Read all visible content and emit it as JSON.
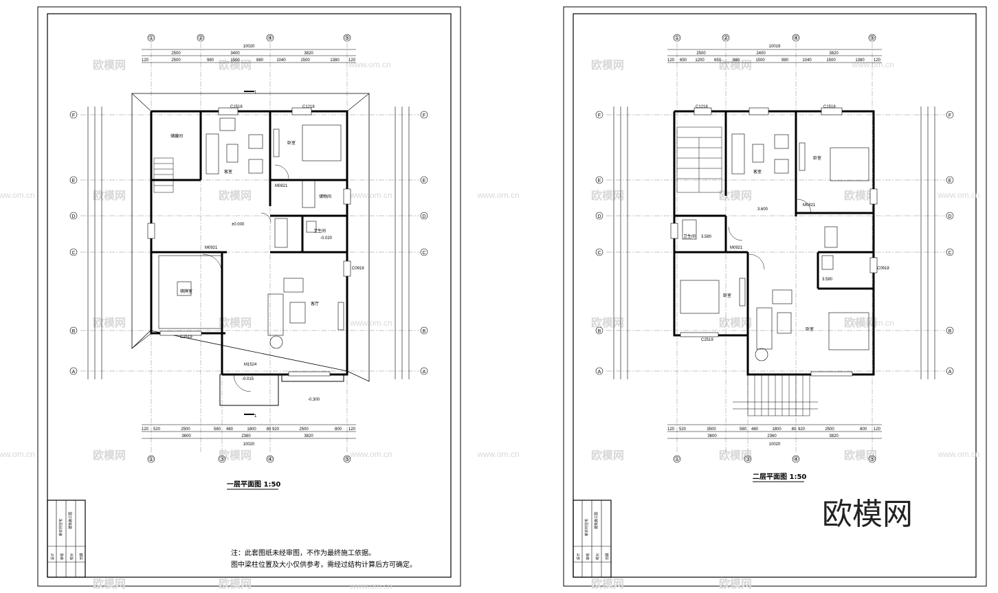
{
  "watermark": {
    "brand": "欧模网",
    "url": "www.om.cn"
  },
  "brand_logo": "欧模网",
  "sheets": [
    {
      "title": "一层平面图 1:50",
      "axis_cols": [
        "①",
        "②",
        "④",
        "⑤"
      ],
      "axis_cols_bottom": [
        "①",
        "③",
        "④",
        "⑤"
      ],
      "axis_rows": [
        "F",
        "E",
        "D",
        "C",
        "B",
        "A"
      ],
      "dims_top_total": "10020",
      "dims_top_1": [
        "2500",
        "3400",
        "3820"
      ],
      "dims_top_2": [
        "120",
        "2500",
        "980",
        "1500",
        "880",
        "1040",
        "1500",
        "1380",
        "120"
      ],
      "dims_bottom_1": [
        "120",
        "520",
        "2500",
        "580",
        "480",
        "1800",
        "80",
        "920",
        "2500",
        "800",
        "120"
      ],
      "dims_bottom_2": [
        "3600",
        "2360",
        "3820"
      ],
      "dims_bottom_total": "10020",
      "rooms": [
        "储藏间",
        "客室",
        "卧室",
        "储物间",
        "卫生间",
        "棋牌室",
        "客厅"
      ],
      "levels": [
        "±0.000",
        "-0.020",
        "-0.015",
        "-0.300"
      ],
      "doors": [
        "M0921",
        "M0821",
        "M1524",
        "C1518",
        "C1218",
        "C2519",
        "C0918"
      ],
      "section_mark": "1",
      "notes": [
        "注：此套图纸未经审图，不作为最终施工依据。",
        "图中梁柱位置及大小仅供参考，需经过结构计算后方可确定。"
      ]
    },
    {
      "title": "二层平面图 1:50",
      "axis_cols": [
        "①",
        "②",
        "④",
        "⑤"
      ],
      "axis_cols_bottom": [
        "①",
        "③",
        "④",
        "⑤"
      ],
      "axis_rows": [
        "F",
        "E",
        "D",
        "C",
        "B",
        "A"
      ],
      "dims_top_total": "10019",
      "dims_top_1": [
        "2500",
        "2400",
        "3820"
      ],
      "dims_top_2": [
        "120",
        "650",
        "1200",
        "650",
        "980",
        "1500",
        "980",
        "1040",
        "1500",
        "1380",
        "120"
      ],
      "dims_bottom_1": [
        "120",
        "520",
        "3500",
        "580",
        "480",
        "1800",
        "80",
        "920",
        "2500",
        "800",
        "120"
      ],
      "dims_bottom_2": [
        "3600",
        "2360",
        "3820"
      ],
      "dims_bottom_total": "10020",
      "rooms": [
        "客室",
        "卧室",
        "卫生间",
        "卧室",
        "卧室"
      ],
      "levels": [
        "3.600",
        "3.580",
        "3.580"
      ],
      "doors": [
        "M0921",
        "M0821",
        "C1218",
        "C1518",
        "C2519",
        "C0918"
      ],
      "notes": []
    }
  ],
  "title_block": {
    "project": "新农村住宅",
    "drawing": "建筑施工图",
    "rows": [
      "设计",
      "审核",
      "校对",
      "日期"
    ]
  }
}
